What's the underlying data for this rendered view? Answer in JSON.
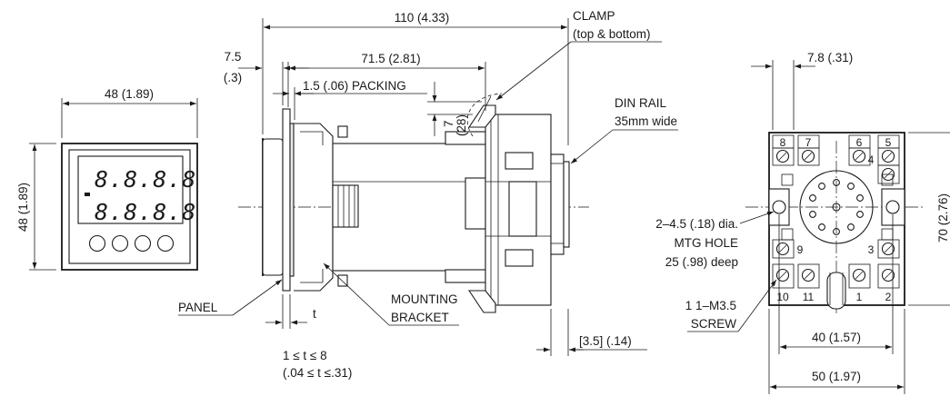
{
  "front_view": {
    "width_dim": "48 (1.89)",
    "height_dim": "48 (1.89)",
    "lcd_top": "8.8.8.8",
    "lcd_bottom": "8.8.8.8"
  },
  "side_view": {
    "overall_length": "110 (4.33)",
    "clamp_label": "CLAMP",
    "clamp_sub": "(top & bottom)",
    "bezel_dim_a": "7.5",
    "bezel_dim_b": "(.3)",
    "body_length": "71.5 (2.81)",
    "packing": "1.5 (.06) PACKING",
    "clamp_height": "7",
    "clamp_height_in": "(28)",
    "din_rail": "DIN RAIL",
    "din_rail_width": "35mm wide",
    "panel_label": "PANEL",
    "thickness_symbol": "t",
    "mounting": "MOUNTING",
    "bracket": "BRACKET",
    "thickness_range": "1 ≤ t ≤ 8",
    "thickness_range_in": "(.04 ≤ t ≤.31)",
    "rail_offset": "[3.5] (.14)"
  },
  "socket_view": {
    "terminal_pitch": "7.8 (.31)",
    "height_dim": "70 (2.76)",
    "hole_l1": "2–4.5 (.18) dia.",
    "hole_l2": "MTG HOLE",
    "hole_l3": "25 (.98) deep",
    "screw_l1": "1 1–M3.5",
    "screw_l2": "SCREW",
    "hole_spacing": "40 (1.57)",
    "width_dim": "50 (1.97)",
    "terminals": [
      "8",
      "7",
      "6",
      "5",
      "4",
      "9",
      "3",
      "10",
      "11",
      "1",
      "2"
    ]
  }
}
